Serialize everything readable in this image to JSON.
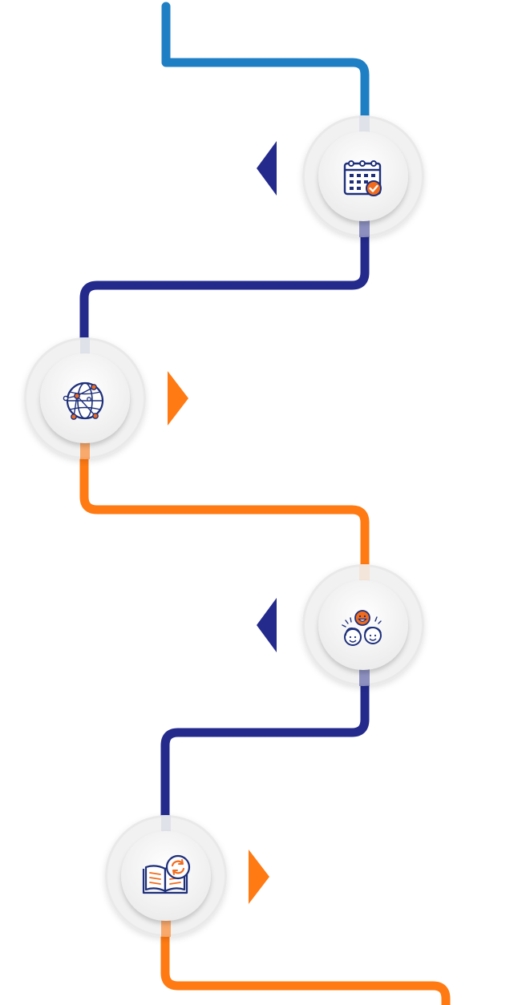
{
  "colors": {
    "blue_light": "#1f7fc4",
    "navy": "#232a8c",
    "orange": "#ff7a12",
    "icon_navy": "#1d2f7a",
    "icon_orange": "#f26b1d",
    "ring": "#e6e6e6",
    "disc": "#f4f4f4"
  },
  "steps": [
    {
      "icon": "calendar-check-icon",
      "arrow": "left",
      "arrow_color": "navy"
    },
    {
      "icon": "globe-network-icon",
      "arrow": "right",
      "arrow_color": "orange"
    },
    {
      "icon": "happy-people-icon",
      "arrow": "left",
      "arrow_color": "navy"
    },
    {
      "icon": "book-refresh-icon",
      "arrow": "right",
      "arrow_color": "orange"
    }
  ]
}
